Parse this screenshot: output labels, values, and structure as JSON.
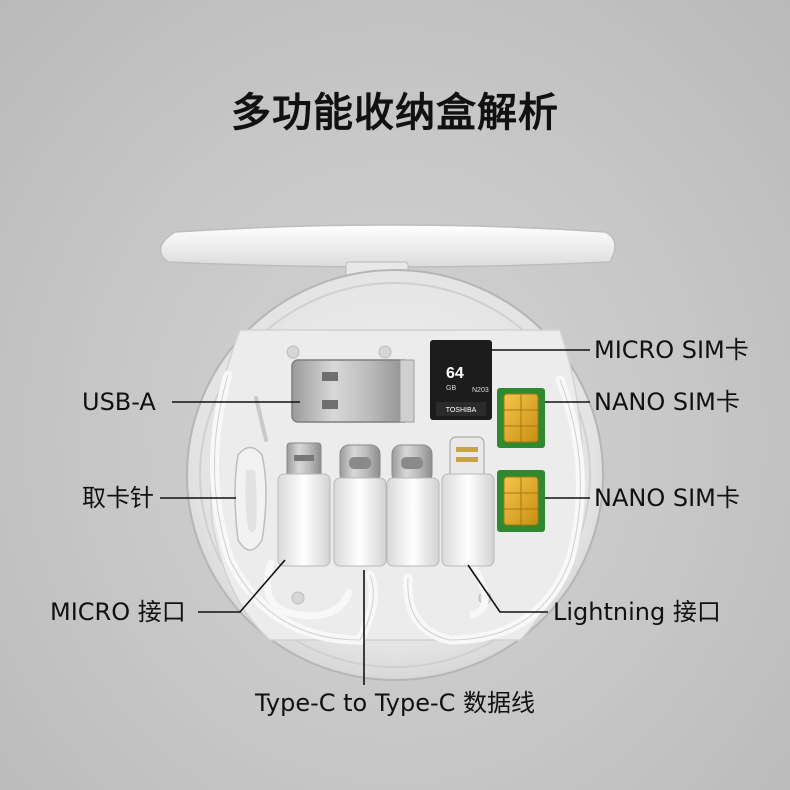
{
  "title": "多功能收纳盒解析",
  "labels": {
    "micro_sim": "MICRO SIM卡",
    "nano_sim_1": "NANO SIM卡",
    "nano_sim_2": "NANO SIM卡",
    "usb_a": "USB-A",
    "sim_pin": "取卡针",
    "micro_port": "MICRO 接口",
    "lightning_port": "Lightning 接口",
    "type_c_cable": "Type-C to Type-C 数据线"
  },
  "microsd": {
    "brand": "TOSHIBA",
    "capacity": "64",
    "unit": "GB",
    "model": "N203"
  }
}
